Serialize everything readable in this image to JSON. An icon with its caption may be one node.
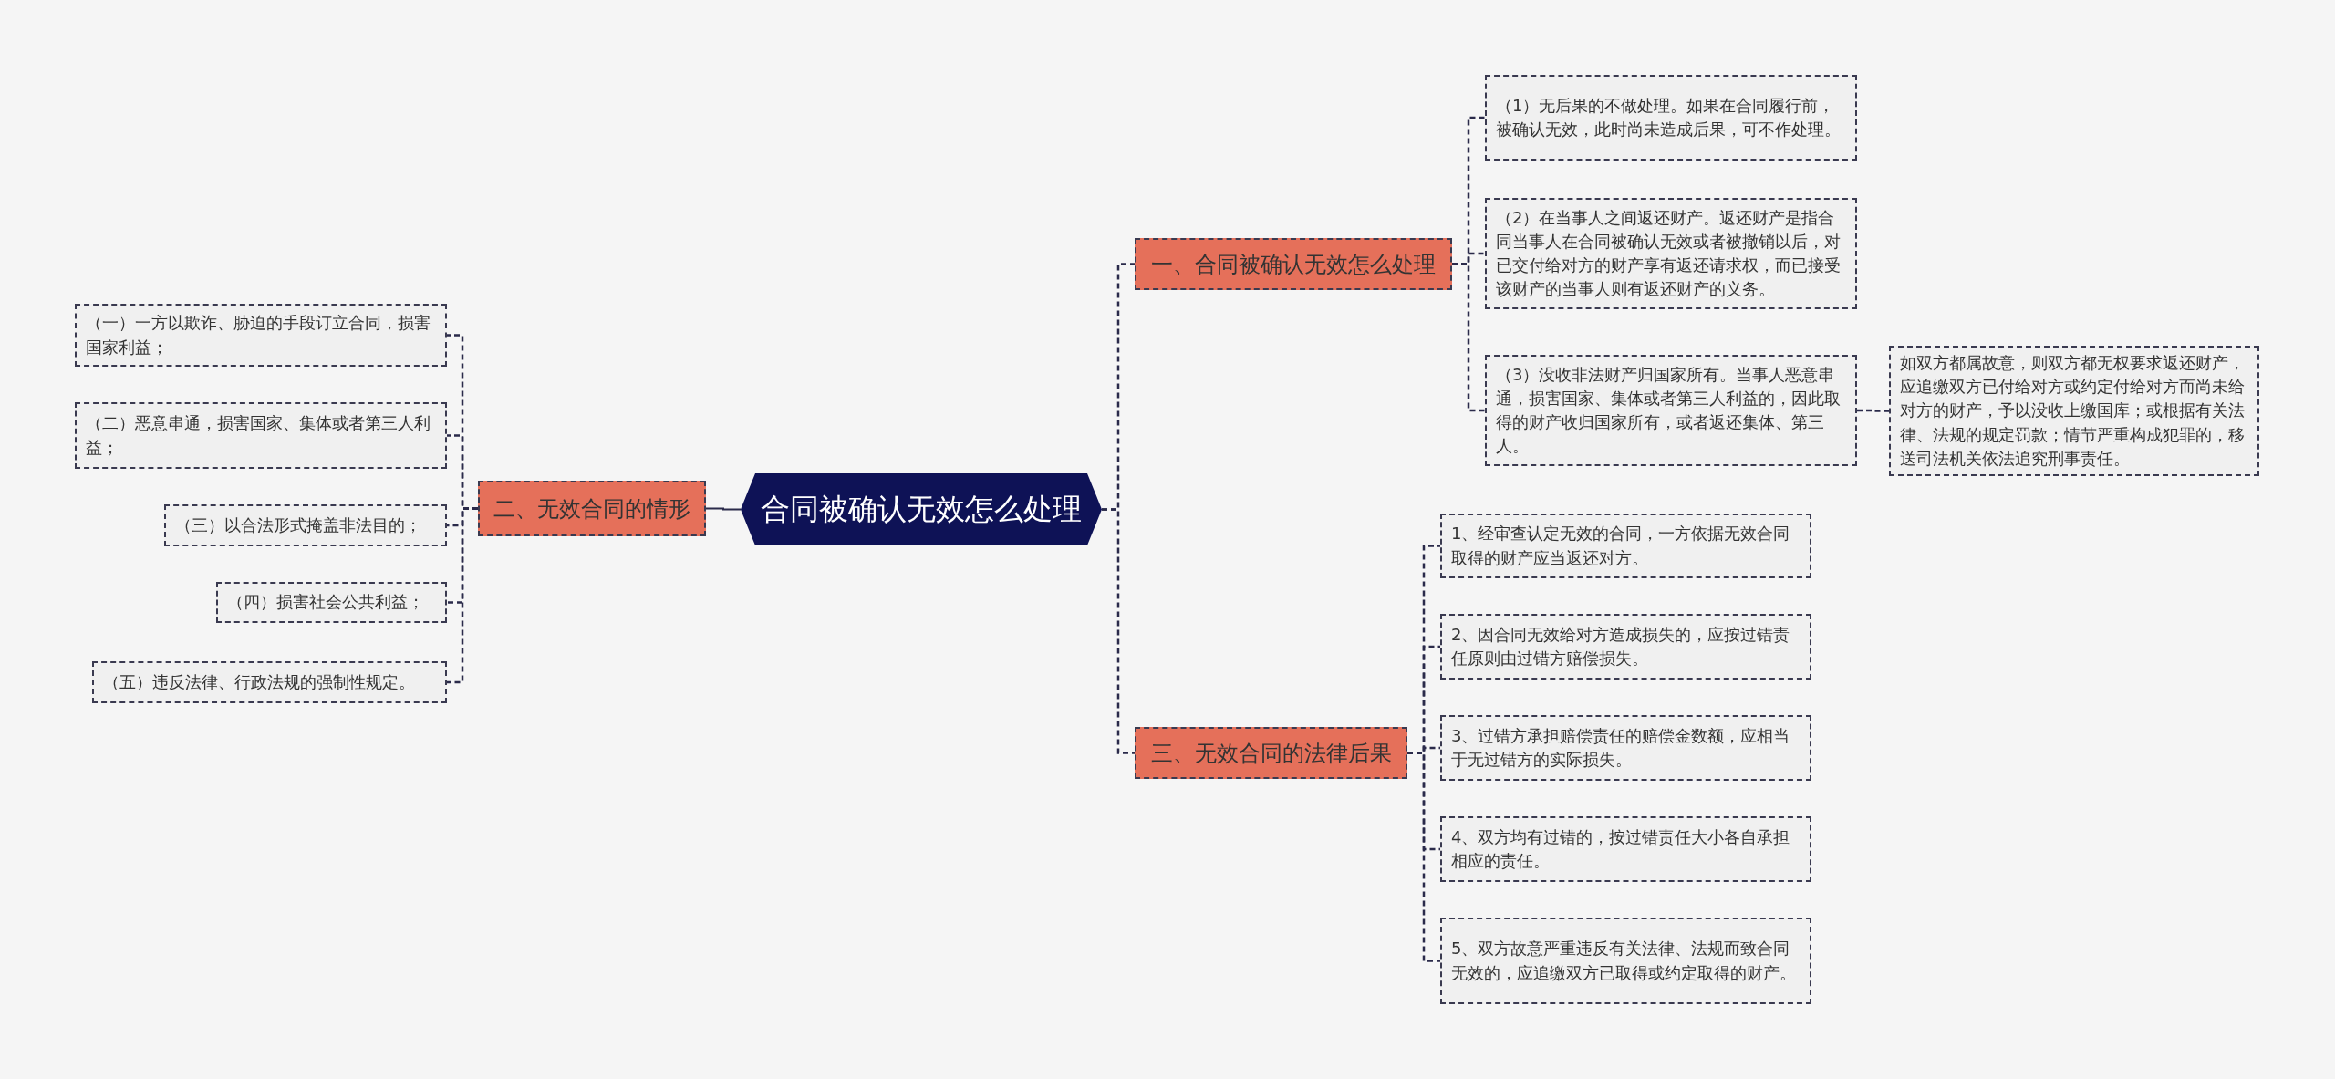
{
  "diagram": {
    "nodes": [
      {
        "text": [
          "合同被确认无效怎么处理"
        ]
      },
      {
        "text": [
          "一、合同被确认无效怎么处理"
        ]
      },
      {
        "text": [
          "（1）无后果的不做处理。如果在合同履行前，被确认无效，此时尚未造成后果，可不作处理。"
        ]
      },
      {
        "text": [
          "（2）在当事人之间返还财产。返还财产是指合同当事人在合同被确认无效或者被撤销以后，对已交付给对方的财产享有返还请求权，而已接受该财产的当事人则有返还财产的义务。"
        ]
      },
      {
        "text": [
          "（3）没收非法财产归国家所有。当事人恶意串通，损害国家、集体或者第三人利益的，因此取得的财产收归国家所有，或者返还集体、第三人。"
        ]
      },
      {
        "text": [
          "如双方都属故意，则双方都无权要求返还财产，应追缴双方已付给对方或约定付给对方而尚未给对方的财产，予以没收上缴国库；或根据有关法律、法规的规定罚款；情节严重构成犯罪的，移送司法机关依法追究刑事责任。"
        ]
      },
      {
        "text": [
          "三、无效合同的法律后果"
        ]
      },
      {
        "text": [
          "1、经审查认定无效的合同，一方依据无效合同取得的财产应当返还对方。"
        ]
      },
      {
        "text": [
          "2、因合同无效给对方造成损失的，应按过错责任原则由过错方赔偿损失。"
        ]
      },
      {
        "text": [
          "3、过错方承担赔偿责任的赔偿金数额，应相当于无过错方的实际损失。"
        ]
      },
      {
        "text": [
          "4、双方均有过错的，按过错责任大小各自承担相应的责任。"
        ]
      },
      {
        "text": [
          "5、双方故意严重违反有关法律、法规而致合同无效的，应追缴双方已取得或约定取得的财产。"
        ]
      },
      {
        "text": [
          "二、无效合同的情形"
        ]
      },
      {
        "text": [
          "（一）一方以欺诈、胁迫的手段订立合同，损害国家利益；"
        ]
      },
      {
        "text": [
          "（二）恶意串通，损害国家、集体或者第三人利益；"
        ]
      },
      {
        "text": [
          "（三）以合法形式掩盖非法目的；"
        ]
      },
      {
        "text": [
          "（四）损害社会公共利益；"
        ]
      },
      {
        "text": [
          "（五）违反法律、行政法规的强制性规定。"
        ]
      }
    ],
    "edges": [
      {
        "from": 0,
        "to": 1,
        "arrow": "none",
        "style": "dashed"
      },
      {
        "from": 1,
        "to": 2,
        "arrow": "none",
        "style": "dashed"
      },
      {
        "from": 1,
        "to": 3,
        "arrow": "none",
        "style": "dashed"
      },
      {
        "from": 1,
        "to": 4,
        "arrow": "none",
        "style": "dashed"
      },
      {
        "from": 4,
        "to": 5,
        "arrow": "none",
        "style": "dashed"
      },
      {
        "from": 0,
        "to": 6,
        "arrow": "none",
        "style": "dashed"
      },
      {
        "from": 6,
        "to": 7,
        "arrow": "none",
        "style": "dashed"
      },
      {
        "from": 6,
        "to": 8,
        "arrow": "none",
        "style": "dashed"
      },
      {
        "from": 6,
        "to": 9,
        "arrow": "none",
        "style": "dashed"
      },
      {
        "from": 6,
        "to": 10,
        "arrow": "none",
        "style": "dashed"
      },
      {
        "from": 6,
        "to": 11,
        "arrow": "none",
        "style": "dashed"
      },
      {
        "from": 0,
        "to": 12,
        "arrow": "none"
      },
      {
        "from": 12,
        "to": 13,
        "arrow": "none",
        "style": "dashed"
      },
      {
        "from": 12,
        "to": 14,
        "arrow": "none",
        "style": "dashed"
      },
      {
        "from": 12,
        "to": 15,
        "arrow": "none",
        "style": "dashed"
      },
      {
        "from": 12,
        "to": 16,
        "arrow": "none",
        "style": "dashed"
      },
      {
        "from": 12,
        "to": 17,
        "arrow": "none",
        "style": "dashed"
      }
    ]
  }
}
